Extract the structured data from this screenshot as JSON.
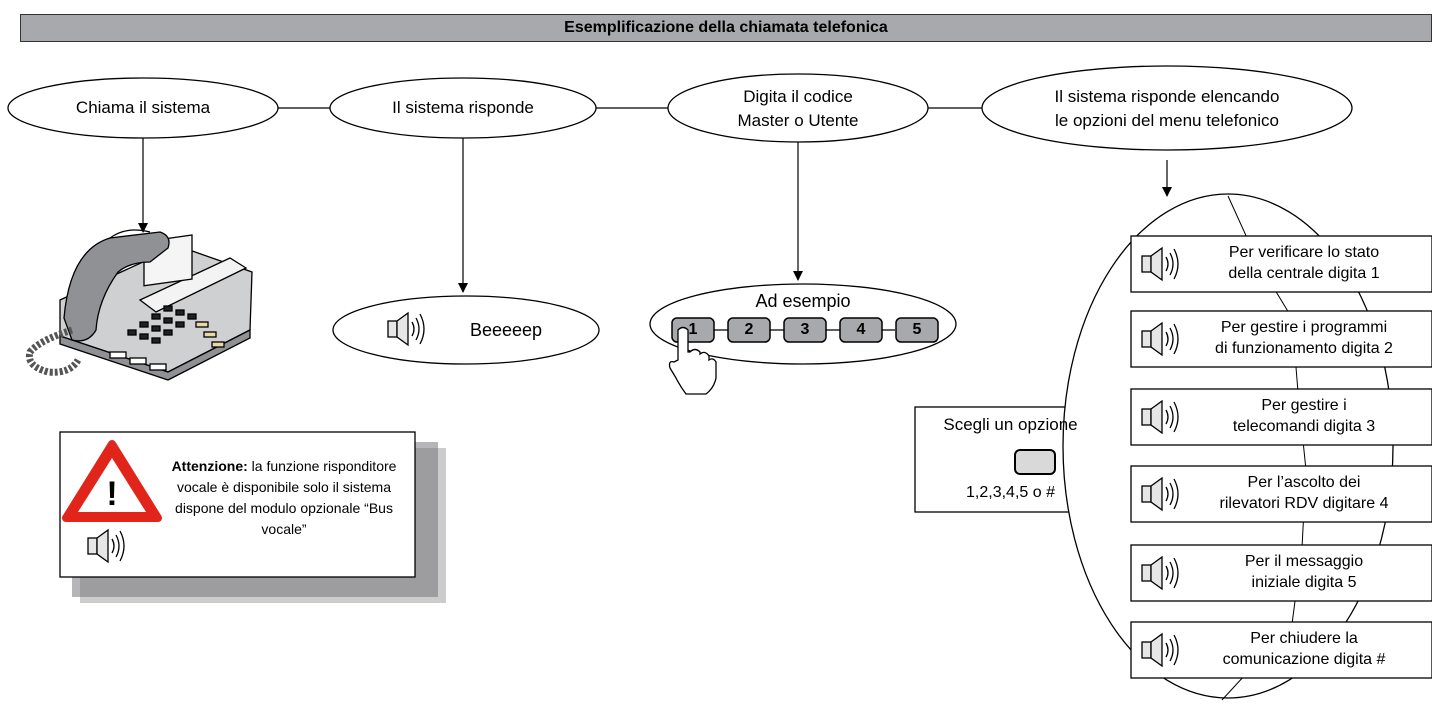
{
  "title": "Esemplificazione della chiamata telefonica",
  "steps": [
    {
      "label": "Chiama il sistema"
    },
    {
      "label": "Il sistema risponde"
    },
    {
      "label_line1": "Digita il codice",
      "label_line2": "Master o Utente"
    },
    {
      "label_line1": "Il sistema risponde elencando",
      "label_line2": "le opzioni del menu telefonico"
    }
  ],
  "beep_label": "Beeeeep",
  "keypad": {
    "label": "Ad esempio",
    "keys": [
      "1",
      "2",
      "3",
      "4",
      "5"
    ]
  },
  "choose": {
    "title": "Scegli un opzione",
    "options": "1,2,3,4,5 o #"
  },
  "menu_options": [
    {
      "line1": "Per verificare lo stato",
      "line2": "della centrale digita 1"
    },
    {
      "line1": "Per gestire i programmi",
      "line2": "di funzionamento digita 2"
    },
    {
      "line1": "Per gestire i",
      "line2": "telecomandi digita 3"
    },
    {
      "line1": "Per l’ascolto dei",
      "line2": "rilevatori RDV digitare 4"
    },
    {
      "line1": "Per il messaggio",
      "line2": "iniziale digita 5"
    },
    {
      "line1": "Per chiudere la",
      "line2": "comunicazione digita #"
    }
  ],
  "warning": {
    "bold": "Attenzione:",
    "text": " la funzione risponditore vocale è disponibile solo il sistema dispone del modulo opzionale “Bus vocale”"
  },
  "icons": [
    "phone-icon",
    "speaker-icon",
    "warning-icon",
    "hand-pointer-icon"
  ],
  "colors": {
    "title_bar": "#a7a9ac",
    "key_fill": "#a7a9ac",
    "warning_red": "#e1251b"
  }
}
